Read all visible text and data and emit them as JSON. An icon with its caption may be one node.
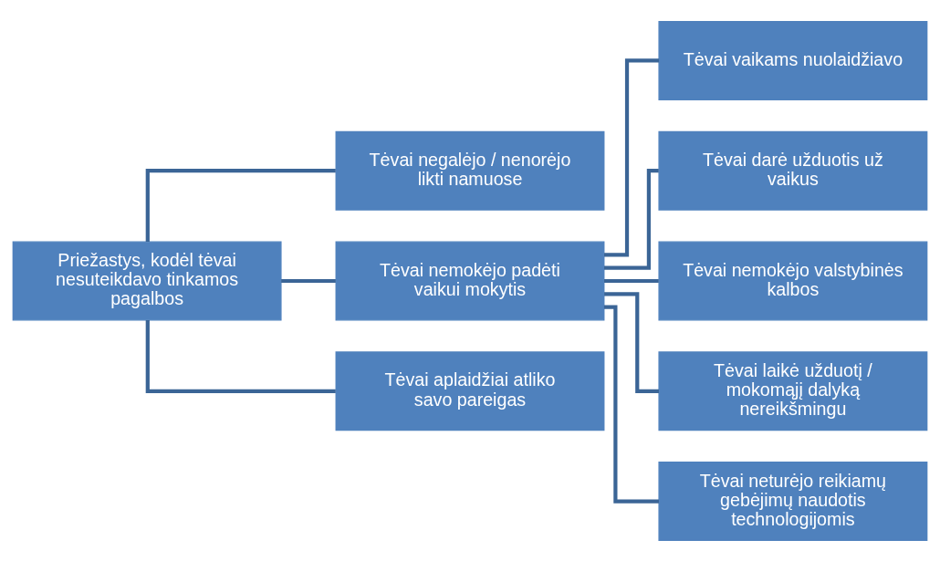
{
  "diagram": {
    "nodes": [
      {
        "text": [
          "Priežastys, kodėl tėvai nesuteikdavo tinkamos pagalbos"
        ]
      },
      {
        "text": [
          "Tėvai negalėjo / nenorėjo likti namuose"
        ]
      },
      {
        "text": [
          "Tėvai nemokėjo padėti vaikui mokytis"
        ]
      },
      {
        "text": [
          "Tėvai aplaidžiai atliko savo pareigas"
        ]
      },
      {
        "text": [
          "Tėvai vaikams nuolaidžiavo"
        ]
      },
      {
        "text": [
          "Tėvai darė užduotis už vaikus"
        ]
      },
      {
        "text": [
          "Tėvai nemokėjo valstybinės kalbos"
        ]
      },
      {
        "text": [
          "Tėvai laikė užduotį / mokomąjį dalyką nereikšmingu"
        ]
      },
      {
        "text": [
          "Tėvai neturėjo reikiamų gebėjimų naudotis technologijomis"
        ]
      }
    ],
    "edges": [
      {
        "from": 0,
        "to": 1,
        "arrow": "none"
      },
      {
        "from": 0,
        "to": 2,
        "arrow": "none"
      },
      {
        "from": 0,
        "to": 3,
        "arrow": "none"
      },
      {
        "from": 2,
        "to": 4,
        "arrow": "none"
      },
      {
        "from": 2,
        "to": 5,
        "arrow": "none"
      },
      {
        "from": 2,
        "to": 6,
        "arrow": "none"
      },
      {
        "from": 2,
        "to": 7,
        "arrow": "none"
      },
      {
        "from": 2,
        "to": 8,
        "arrow": "none"
      }
    ]
  }
}
